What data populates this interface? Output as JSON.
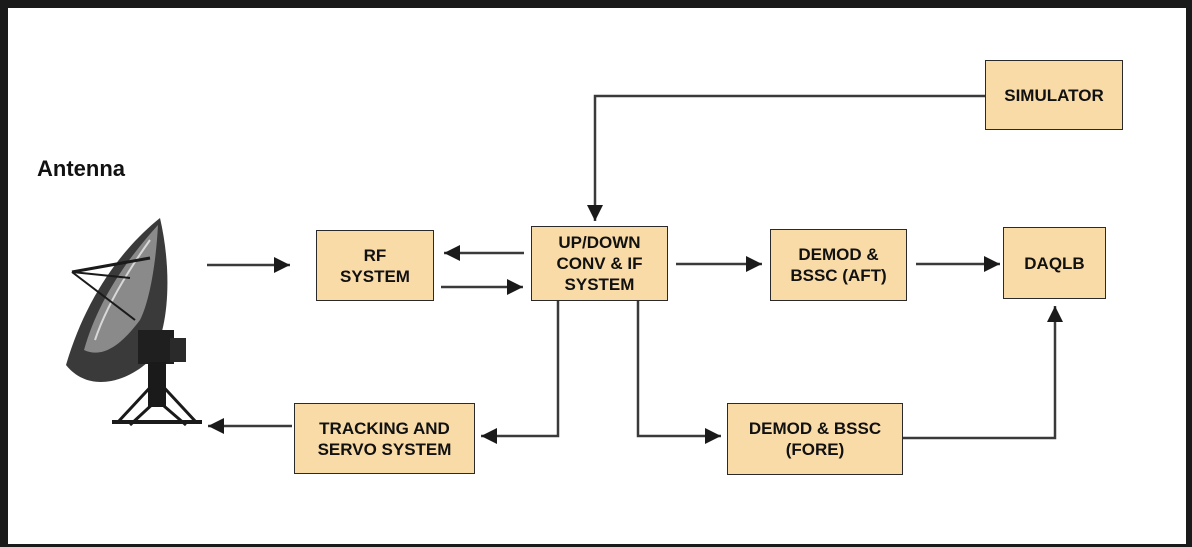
{
  "diagram": {
    "antenna_label": "Antenna",
    "blocks": {
      "rf": "RF\nSYSTEM",
      "updown": "UP/DOWN\nCONV & IF\nSYSTEM",
      "demod_aft": "DEMOD &\nBSSC (AFT)",
      "daqlb": "DAQLB",
      "simulator": "SIMULATOR",
      "tracking": "TRACKING AND\nSERVO SYSTEM",
      "demod_fore": "DEMOD & BSSC\n(FORE)"
    },
    "colors": {
      "block_fill": "#f9dba8",
      "line": "#3a3a3a",
      "frame": "#1a1a1a"
    },
    "icons": [
      "satellite-dish-antenna-icon"
    ]
  }
}
